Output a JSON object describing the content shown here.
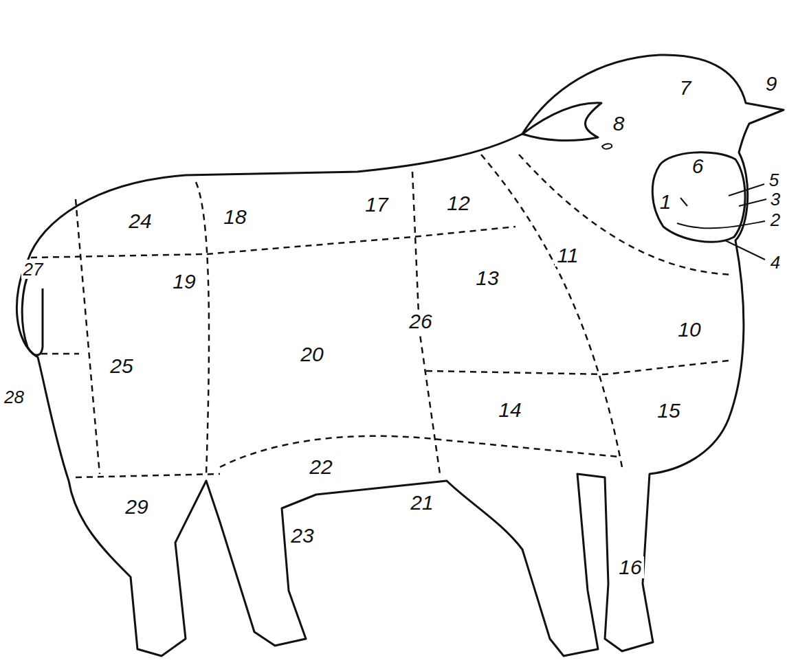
{
  "diagram": {
    "labels": [
      "7",
      "9",
      "8",
      "6",
      "1",
      "5",
      "3",
      "2",
      "4",
      "24",
      "18",
      "17",
      "12",
      "11",
      "27",
      "19",
      "13",
      "26",
      "10",
      "25",
      "20",
      "28",
      "14",
      "15",
      "22",
      "29",
      "21",
      "23",
      "16"
    ]
  }
}
